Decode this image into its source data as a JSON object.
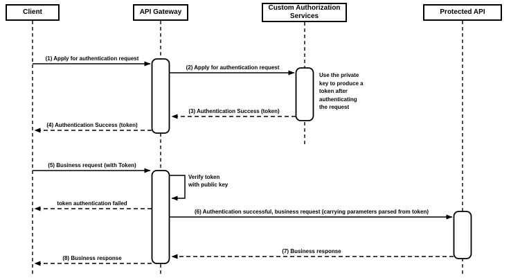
{
  "diagram": {
    "type": "sequence-diagram",
    "actors": [
      {
        "id": "client",
        "label": "Client"
      },
      {
        "id": "api-gateway",
        "label": "API Gateway"
      },
      {
        "id": "custom-auth-services",
        "label": "Custom Authorization Services"
      },
      {
        "id": "protected-api",
        "label": "Protected API"
      }
    ],
    "messages": [
      {
        "seq": "1",
        "label": "(1) Apply for authentication request",
        "from": "Client",
        "to": "API Gateway",
        "line": "solid"
      },
      {
        "seq": "2",
        "label": "(2) Apply for authentication request",
        "from": "API Gateway",
        "to": "Custom Authorization Services",
        "line": "solid"
      },
      {
        "seq": "3",
        "label": "(3) Authentication Success (token)",
        "from": "Custom Authorization Services",
        "to": "API Gateway",
        "line": "dashed"
      },
      {
        "seq": "4",
        "label": "(4) Authentication Success (token)",
        "from": "API Gateway",
        "to": "Client",
        "line": "dashed"
      },
      {
        "seq": "5",
        "label": "(5) Business request (with Token)",
        "from": "Client",
        "to": "API Gateway",
        "line": "solid"
      },
      {
        "seq": "self",
        "label": "Verify token\nwith public key",
        "from": "API Gateway",
        "to": "API Gateway",
        "line": "self-loop"
      },
      {
        "seq": "",
        "label": "token authentication failed",
        "from": "API Gateway",
        "to": "Client",
        "line": "dashed"
      },
      {
        "seq": "6",
        "label": "(6) Authentication successful, business request (carrying parameters parsed from token)",
        "from": "API Gateway",
        "to": "Protected API",
        "line": "solid"
      },
      {
        "seq": "7",
        "label": "(7) Business response",
        "from": "Protected API",
        "to": "API Gateway",
        "line": "dashed"
      },
      {
        "seq": "8",
        "label": "(8) Business response",
        "from": "API Gateway",
        "to": "Client",
        "line": "dashed"
      }
    ],
    "note": {
      "text": "Use the private\nkey to produce a\ntoken after\nauthenticating\nthe request",
      "attached_to": "Custom Authorization Services"
    },
    "colors": {
      "stroke": "#000000",
      "fill": "#ffffff",
      "background": "#ffffff"
    }
  }
}
